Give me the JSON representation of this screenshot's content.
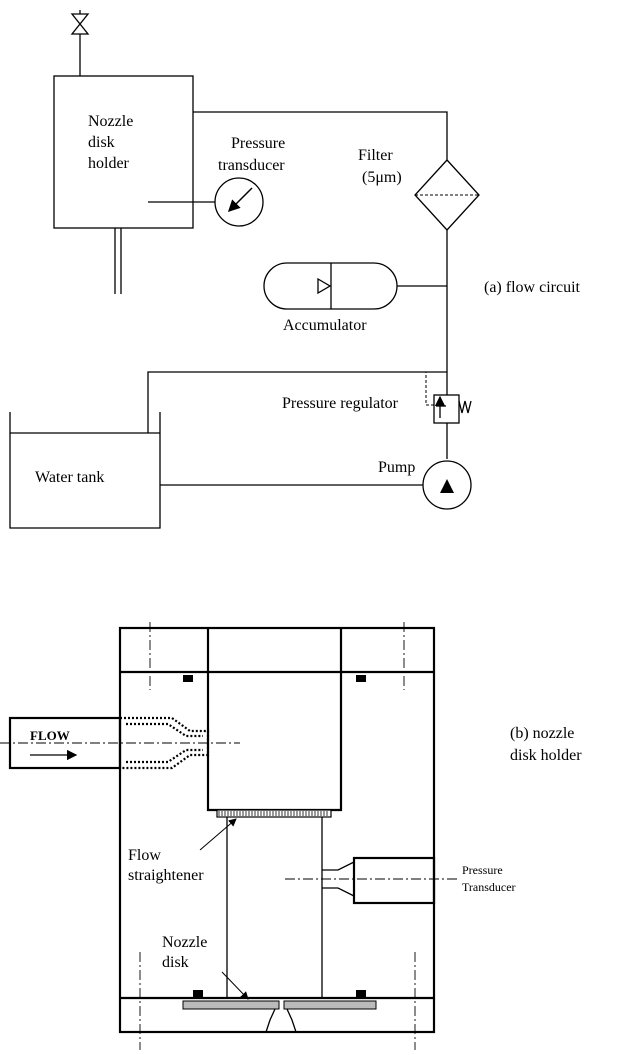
{
  "circuit": {
    "nozzle_holder_label": [
      "Nozzle",
      "disk",
      "holder"
    ],
    "pressure_transducer_label": [
      "Pressure",
      "transducer"
    ],
    "filter_label": [
      "Filter",
      "(5μm)"
    ],
    "accumulator_label": "Accumulator",
    "pressure_regulator_label": "Pressure regulator",
    "water_tank_label": "Water tank",
    "pump_label": "Pump",
    "caption": "(a) flow circuit"
  },
  "holder": {
    "flow_label": "FLOW",
    "flow_straightener_label": [
      "Flow",
      "straightener"
    ],
    "pressure_transducer_label": [
      "Pressure",
      "Transducer"
    ],
    "nozzle_disk_label": [
      "Nozzle",
      "disk"
    ],
    "caption": [
      "(b) nozzle",
      "disk holder"
    ]
  }
}
